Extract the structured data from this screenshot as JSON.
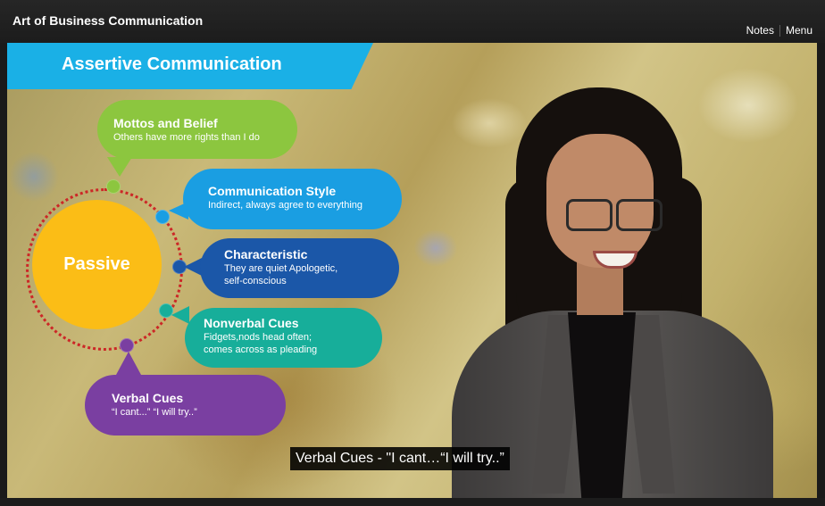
{
  "header": {
    "course_title": "Art of Business Communication",
    "notes_label": "Notes",
    "menu_label": "Menu"
  },
  "slide": {
    "title": "Assertive Communication",
    "center_label": "Passive",
    "items": [
      {
        "title": "Mottos and Belief",
        "text": "Others have more rights than I do",
        "color": "#8cc63f"
      },
      {
        "title": "Communication Style",
        "text": "Indirect, always agree to everything",
        "color": "#1a9ee2"
      },
      {
        "title": "Characteristic",
        "text": "They are quiet Apologetic,",
        "text2": "self-conscious",
        "color": "#1b57a8"
      },
      {
        "title": "Nonverbal Cues",
        "text": "Fidgets,nods head often;",
        "text2": "comes across as pleading",
        "color": "#17ae9a"
      },
      {
        "title": "Verbal Cues",
        "text": "“I cant...” “I will try..”",
        "color": "#7a3fa1"
      }
    ],
    "ring_color": "#cc2727",
    "center_color": "#fbbd16",
    "banner_color": "#1ab0e6"
  },
  "caption": {
    "text": "Verbal Cues - \"I cant…“I will try..”"
  }
}
